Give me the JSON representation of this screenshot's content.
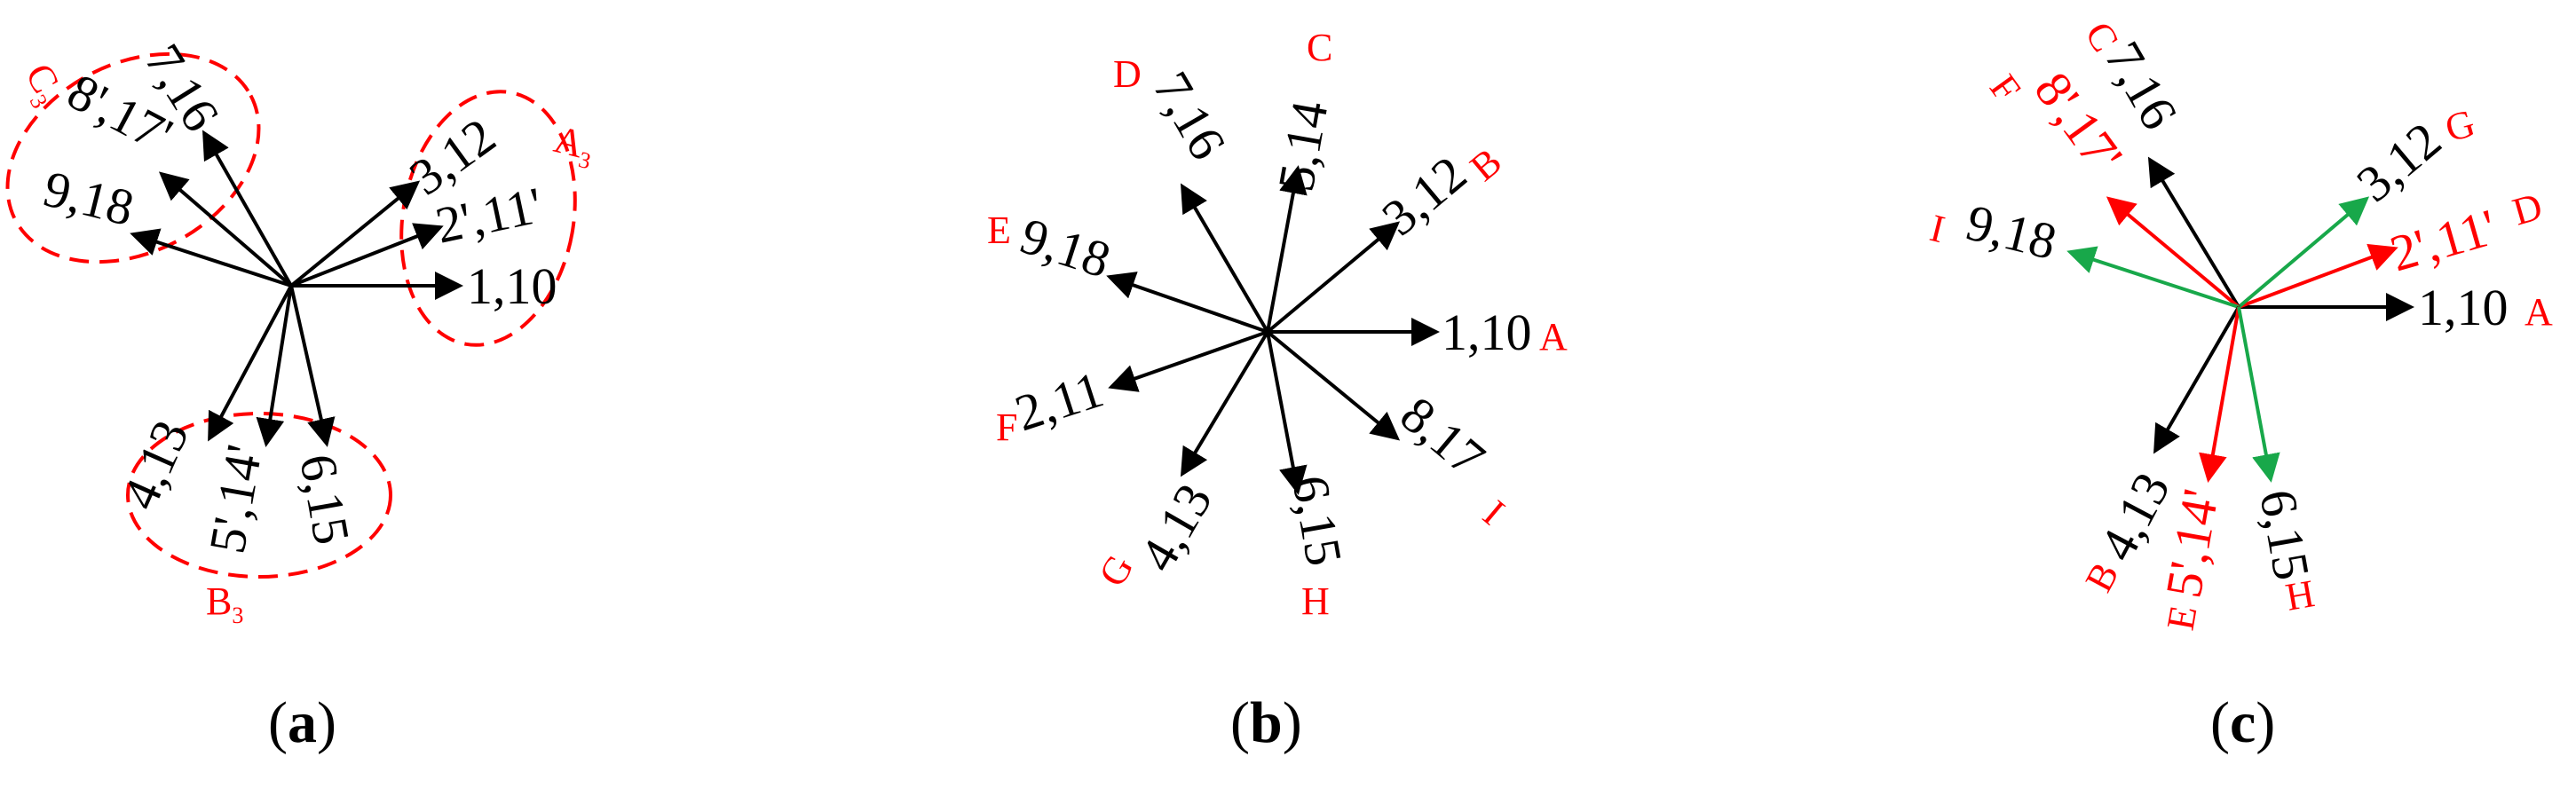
{
  "colors": {
    "black": "#000000",
    "red": "#ff0000",
    "green": "#18a84a"
  },
  "panels": [
    {
      "id": "a",
      "caption_letter": "a",
      "phasors": [
        {
          "name": "phasor-1-10",
          "label": "1,10",
          "color": "black"
        },
        {
          "name": "phasor-2p-11p",
          "label": "2',11'",
          "color": "black"
        },
        {
          "name": "phasor-3-12",
          "label": "3,12",
          "color": "black"
        },
        {
          "name": "phasor-7-16",
          "label": "7,16",
          "color": "black"
        },
        {
          "name": "phasor-8p-17p",
          "label": "8',17'",
          "color": "black"
        },
        {
          "name": "phasor-9-18",
          "label": "9,18",
          "color": "black"
        },
        {
          "name": "phasor-4-13",
          "label": "4,13",
          "color": "black"
        },
        {
          "name": "phasor-5p-14p",
          "label": "5',14'",
          "color": "black"
        },
        {
          "name": "phasor-6-15",
          "label": "6,15",
          "color": "black"
        }
      ],
      "groups": [
        {
          "name": "group-a3",
          "letter": "A",
          "subscript": "3"
        },
        {
          "name": "group-b3",
          "letter": "B",
          "subscript": "3"
        },
        {
          "name": "group-c3",
          "letter": "C",
          "subscript": "3"
        }
      ]
    },
    {
      "id": "b",
      "caption_letter": "b",
      "phasors": [
        {
          "name": "phasor-1-10",
          "label": "1,10",
          "phase": "A",
          "color": "black"
        },
        {
          "name": "phasor-3-12",
          "label": "3,12",
          "phase": "B",
          "color": "black"
        },
        {
          "name": "phasor-5-14",
          "label": "5,14",
          "phase": "C",
          "color": "black"
        },
        {
          "name": "phasor-7-16",
          "label": "7,16",
          "phase": "D",
          "color": "black"
        },
        {
          "name": "phasor-9-18",
          "label": "9,18",
          "phase": "E",
          "color": "black"
        },
        {
          "name": "phasor-2-11",
          "label": "2,11",
          "phase": "F",
          "color": "black"
        },
        {
          "name": "phasor-4-13",
          "label": "4,13",
          "phase": "G",
          "color": "black"
        },
        {
          "name": "phasor-6-15",
          "label": "6,15",
          "phase": "H",
          "color": "black"
        },
        {
          "name": "phasor-8-17",
          "label": "8,17",
          "phase": "I",
          "color": "black"
        }
      ]
    },
    {
      "id": "c",
      "caption_letter": "c",
      "phasors": [
        {
          "name": "phasor-1-10",
          "label": "1,10",
          "phase": "A",
          "color": "black"
        },
        {
          "name": "phasor-2p-11p",
          "label": "2',11'",
          "phase": "D",
          "color": "red"
        },
        {
          "name": "phasor-3-12",
          "label": "3,12",
          "phase": "G",
          "color": "green"
        },
        {
          "name": "phasor-7-16",
          "label": "7,16",
          "phase": "C",
          "color": "black"
        },
        {
          "name": "phasor-8p-17p",
          "label": "8',17'",
          "phase": "F",
          "color": "red"
        },
        {
          "name": "phasor-9-18",
          "label": "9,18",
          "phase": "I",
          "color": "green"
        },
        {
          "name": "phasor-4-13",
          "label": "4,13",
          "phase": "B",
          "color": "black"
        },
        {
          "name": "phasor-5p-14p",
          "label": "5',14'",
          "phase": "E",
          "color": "red"
        },
        {
          "name": "phasor-6-15",
          "label": "6,15",
          "phase": "H",
          "color": "green"
        }
      ]
    }
  ]
}
